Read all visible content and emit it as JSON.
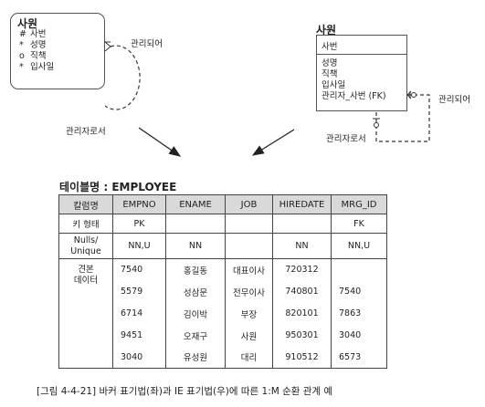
{
  "barker": {
    "entity_name": "사원",
    "attributes": [
      {
        "mark": "#",
        "name": "사번"
      },
      {
        "mark": "*",
        "name": "성명"
      },
      {
        "mark": "o",
        "name": "직책"
      },
      {
        "mark": "*",
        "name": "입사일"
      }
    ],
    "relation_label_top": "관리되어",
    "relation_label_bottom": "관리자로서"
  },
  "ie": {
    "entity_name": "사원",
    "primary_key": "사번",
    "attributes": [
      "성명",
      "직책",
      "입사일",
      "관리자_사번 (FK)"
    ],
    "relation_label_right": "관리되어",
    "relation_label_bottom": "관리자로서"
  },
  "table": {
    "title": "테이블명 : EMPLOYEE",
    "columns": [
      "칼럼명",
      "EMPNO",
      "ENAME",
      "JOB",
      "HIREDATE",
      "MRG_ID"
    ],
    "key_row": {
      "label": "키 형태",
      "values": [
        "PK",
        "",
        "",
        "",
        "FK"
      ]
    },
    "nulls_row": {
      "label_line1": "Nulls/",
      "label_line2": "Unique",
      "values": [
        "NN,U",
        "NN",
        "",
        "NN",
        "NN,U"
      ]
    },
    "data_label_line1": "견본",
    "data_label_line2": "데이터",
    "rows": [
      [
        "7540",
        "홍길동",
        "대표이사",
        "720312",
        ""
      ],
      [
        "5579",
        "성삼문",
        "전무이사",
        "740801",
        "7540"
      ],
      [
        "6714",
        "김이박",
        "부장",
        "820101",
        "7863"
      ],
      [
        "9451",
        "오재구",
        "사원",
        "950301",
        "3040"
      ],
      [
        "3040",
        "유성원",
        "대리",
        "910512",
        "6573"
      ]
    ]
  },
  "caption": "[그림 4-4-21] 바커 표기법(좌)과 IE 표기법(우)에 따른 1:M 순환 관계 예"
}
